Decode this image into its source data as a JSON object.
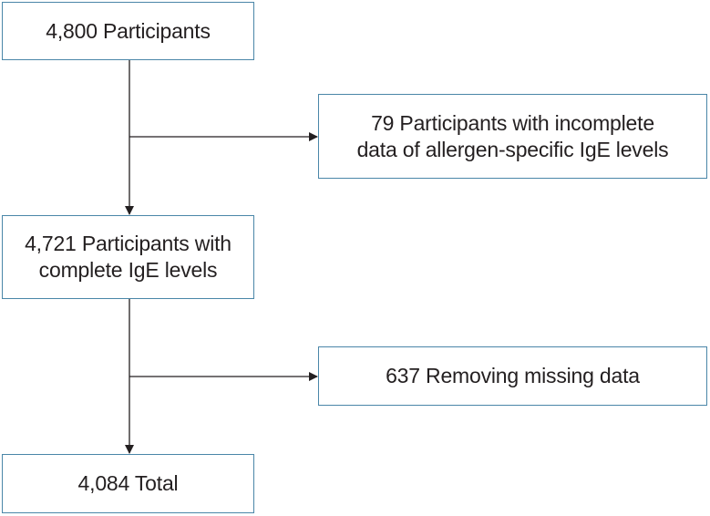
{
  "flowchart": {
    "start": {
      "label": "4,800 Participants"
    },
    "exclusion_1": {
      "lines": [
        "79 Participants with incomplete",
        "data of allergen-specific IgE levels"
      ]
    },
    "step_2": {
      "lines": [
        "4,721 Participants with",
        "complete IgE levels"
      ]
    },
    "exclusion_2": {
      "label": "637 Removing missing data"
    },
    "final": {
      "label": "4,084 Total"
    }
  },
  "colors": {
    "box_border": "#4a86a8",
    "arrow": "#231f20",
    "text": "#231f20"
  }
}
